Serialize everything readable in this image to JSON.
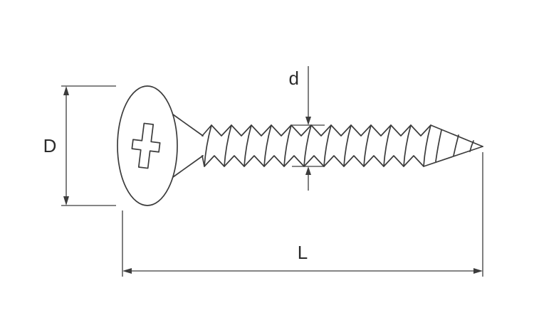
{
  "diagram": {
    "kind": "technical-drawing",
    "subject": "countersunk phillips tapping screw side view with dimension callouts",
    "dimensions": {
      "head_diameter": {
        "label": "D"
      },
      "thread_diameter": {
        "label": "d"
      },
      "overall_length": {
        "label": "L"
      }
    },
    "colors": {
      "line": "#3c3c3c",
      "text": "#2b2b2b",
      "background": "#ffffff"
    }
  }
}
